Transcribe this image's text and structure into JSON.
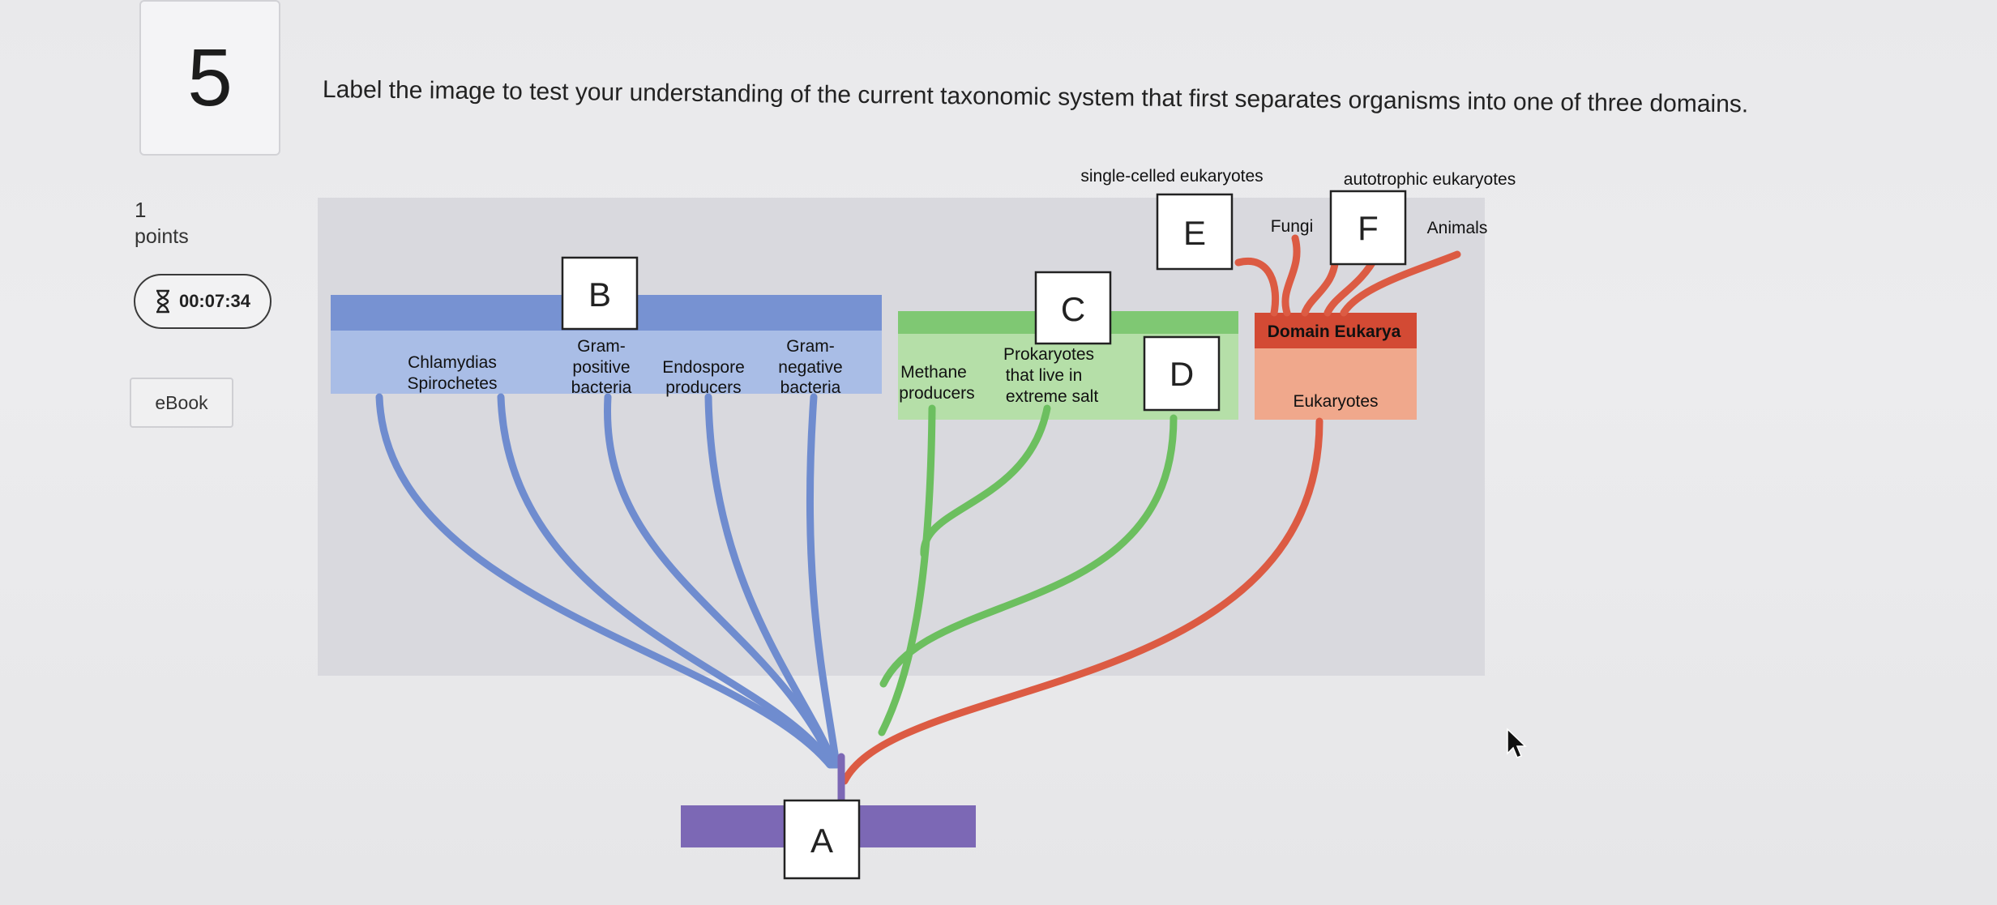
{
  "question": {
    "number": "5",
    "prompt": "Label the image to test your understanding of the current taxonomic system that first separates organisms into one of three domains.",
    "points_value": "1",
    "points_label": "points",
    "timer": "00:07:34",
    "ebook_label": "eBook"
  },
  "diagram": {
    "labels": {
      "chlamydias": "Chlamydias",
      "spirochetes": "Spirochetes",
      "gram_pos_1": "Gram-",
      "gram_pos_2": "positive",
      "gram_pos_3": "bacteria",
      "endospore_1": "Endospore",
      "endospore_2": "producers",
      "gram_neg_1": "Gram-",
      "gram_neg_2": "negative",
      "gram_neg_3": "bacteria",
      "methane_1": "Methane",
      "methane_2": "producers",
      "salt_1": "Prokaryotes",
      "salt_2": "that live in",
      "salt_3": "extreme salt",
      "domain_eukarya": "Domain Eukarya",
      "eukaryotes": "Eukaryotes",
      "fungi": "Fungi",
      "animals": "Animals",
      "single_celled": "single-celled eukaryotes",
      "autotrophic": "autotrophic eukaryotes"
    },
    "drop_boxes": [
      "A",
      "B",
      "C",
      "D",
      "E",
      "F"
    ],
    "colors": {
      "bacteria": "#6f8ccf",
      "bacteria_band": "#a9bde6",
      "archaea": "#6cbf5f",
      "archaea_band": "#b5dfa8",
      "eukarya": "#dc5b43",
      "eukarya_band": "#f0a88c",
      "root": "#7c68b5",
      "panel": "#d9d9de"
    }
  }
}
